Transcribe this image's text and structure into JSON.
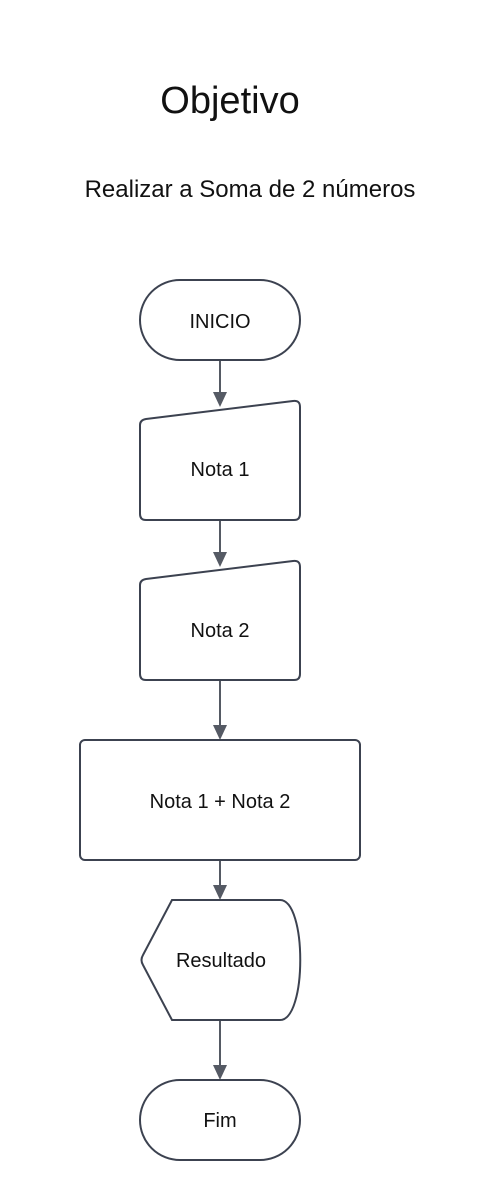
{
  "header": {
    "title": "Objetivo",
    "subtitle": "Realizar a Soma de 2 números"
  },
  "flowchart": {
    "nodes": [
      {
        "id": "inicio",
        "shape": "terminator",
        "label": "INICIO"
      },
      {
        "id": "nota1",
        "shape": "manual-input",
        "label": "Nota 1"
      },
      {
        "id": "nota2",
        "shape": "manual-input",
        "label": "Nota 2"
      },
      {
        "id": "soma",
        "shape": "process",
        "label": "Nota 1 + Nota 2"
      },
      {
        "id": "resultado",
        "shape": "display",
        "label": "Resultado"
      },
      {
        "id": "fim",
        "shape": "terminator",
        "label": "Fim"
      }
    ],
    "edges": [
      {
        "from": "inicio",
        "to": "nota1"
      },
      {
        "from": "nota1",
        "to": "nota2"
      },
      {
        "from": "nota2",
        "to": "soma"
      },
      {
        "from": "soma",
        "to": "resultado"
      },
      {
        "from": "resultado",
        "to": "fim"
      }
    ]
  }
}
